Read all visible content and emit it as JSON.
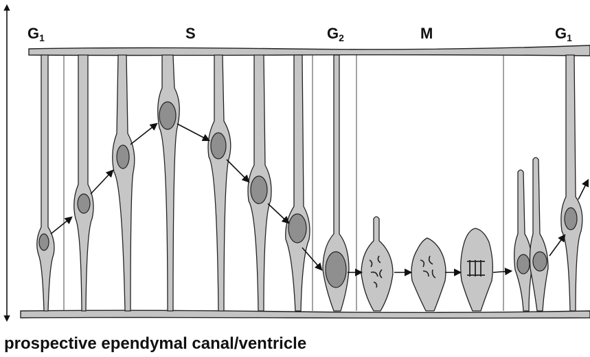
{
  "phases": {
    "g1_left": {
      "main": "G",
      "sub": "1"
    },
    "s": {
      "main": "S"
    },
    "g2": {
      "main": "G",
      "sub": "2"
    },
    "m": {
      "main": "M"
    },
    "g1_right": {
      "main": "G",
      "sub": "1"
    }
  },
  "caption": "prospective ependymal canal/ventricle",
  "colors": {
    "membrane": "#bdbdbd",
    "cytoplasm": "#c8c8c8",
    "nucleus": "#9a9a9a",
    "outline": "#222222",
    "arrow": "#111111"
  }
}
